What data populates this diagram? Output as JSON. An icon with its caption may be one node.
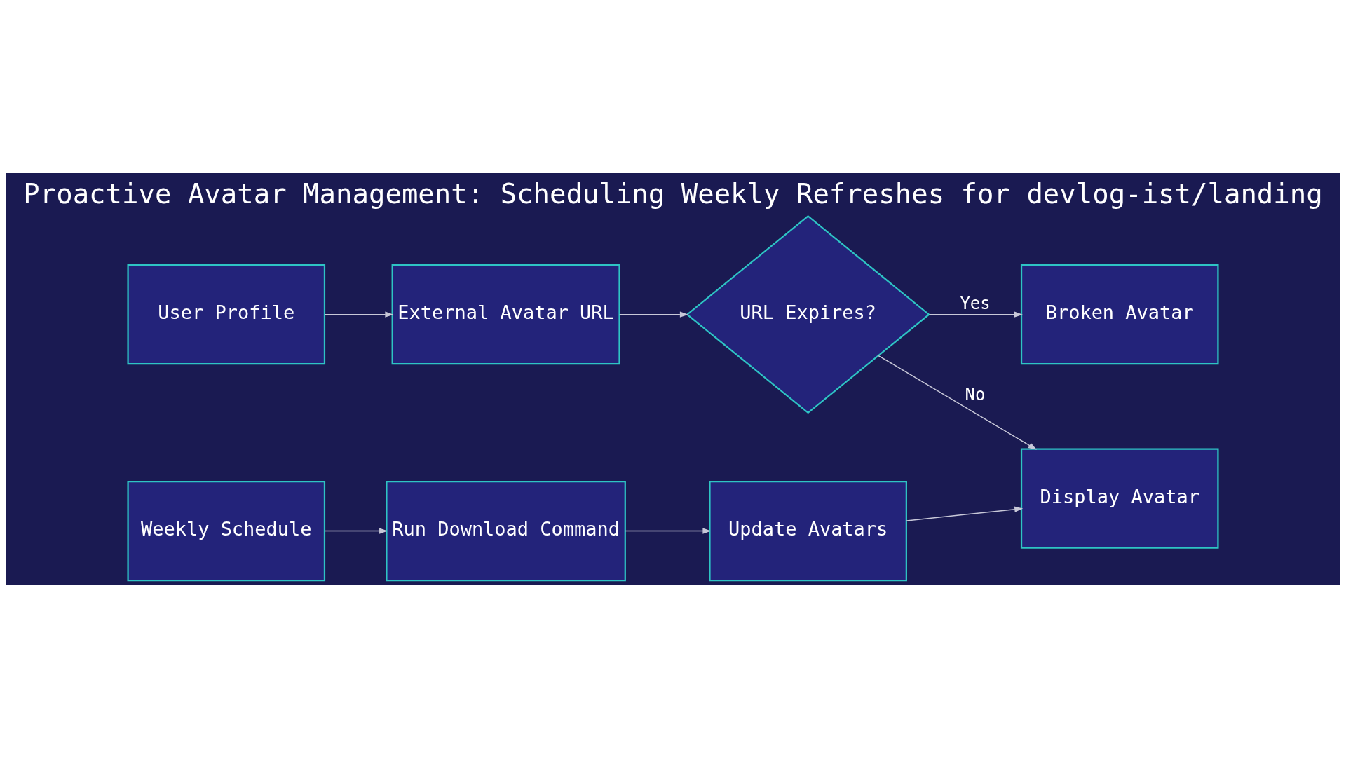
{
  "diagram": {
    "title": "Proactive Avatar Management: Scheduling Weekly Refreshes for devlog-ist/landing",
    "nodes": [
      {
        "text": [
          "User Profile"
        ]
      },
      {
        "text": [
          "External Avatar URL"
        ]
      },
      {
        "text": [
          "URL Expires?"
        ]
      },
      {
        "text": [
          "Broken Avatar"
        ]
      },
      {
        "text": [
          "Weekly Schedule"
        ]
      },
      {
        "text": [
          "Run Download Command"
        ]
      },
      {
        "text": [
          "Update Avatars"
        ]
      },
      {
        "text": [
          "Display Avatar"
        ]
      }
    ],
    "edges": [
      {
        "from": 0,
        "to": 1,
        "arrow": "to"
      },
      {
        "from": 1,
        "to": 2,
        "arrow": "to"
      },
      {
        "from": 2,
        "to": 3,
        "arrow": "to",
        "label": "Yes"
      },
      {
        "from": 2,
        "to": 7,
        "arrow": "to",
        "label": "No"
      },
      {
        "from": 4,
        "to": 5,
        "arrow": "to"
      },
      {
        "from": 5,
        "to": 6,
        "arrow": "to"
      },
      {
        "from": 6,
        "to": 7,
        "arrow": "to"
      }
    ]
  }
}
